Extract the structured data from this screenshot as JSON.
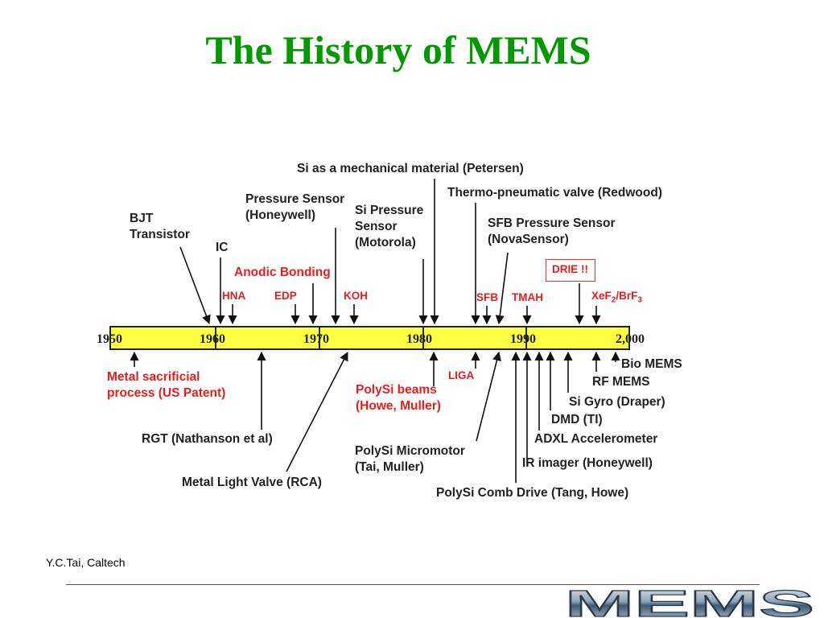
{
  "title": "The History of MEMS",
  "timeline": {
    "years": [
      "1950",
      "1960",
      "1970",
      "1980",
      "1990",
      "2,000"
    ],
    "bar_color": "#ffff44"
  },
  "above": {
    "bjt": "BJT\nTransistor",
    "ic": "IC",
    "pressure": "Pressure Sensor\n(Honeywell)",
    "si_mech": "Si as a mechanical material (Petersen)",
    "si_pressure": "Si Pressure\nSensor\n(Motorola)",
    "thermo": "Thermo-pneumatic valve (Redwood)",
    "sfb_pressure": "SFB Pressure Sensor\n(NovaSensor)",
    "anodic": "Anodic Bonding",
    "hna": "HNA",
    "edp": "EDP",
    "koh": "KOH",
    "sfb": "SFB",
    "tmah": "TMAH",
    "drie": "DRIE !!",
    "xef2": "XeF",
    "xef2_sub": "2",
    "brf3": "/BrF",
    "brf3_sub": "3"
  },
  "below": {
    "metal_sac": "Metal sacrificial\nprocess (US Patent)",
    "rgt": "RGT (Nathanson et al)",
    "metal_light": "Metal Light Valve (RCA)",
    "polysi_beams": "PolySi beams\n(Howe, Muller)",
    "liga": "LIGA",
    "polysi_micromotor": "PolySi Micromotor\n(Tai, Muller)",
    "polysi_comb": "PolySi Comb Drive (Tang, Howe)",
    "ir_imager": "IR imager (Honeywell)",
    "adxl": "ADXL Accelerometer",
    "dmd": "DMD (TI)",
    "si_gyro": "Si Gyro (Draper)",
    "rf_mems": "RF MEMS",
    "bio_mems": "Bio MEMS"
  },
  "footer": {
    "credit": "Y.C.Tai, Caltech",
    "logo_text": "MEMS"
  }
}
